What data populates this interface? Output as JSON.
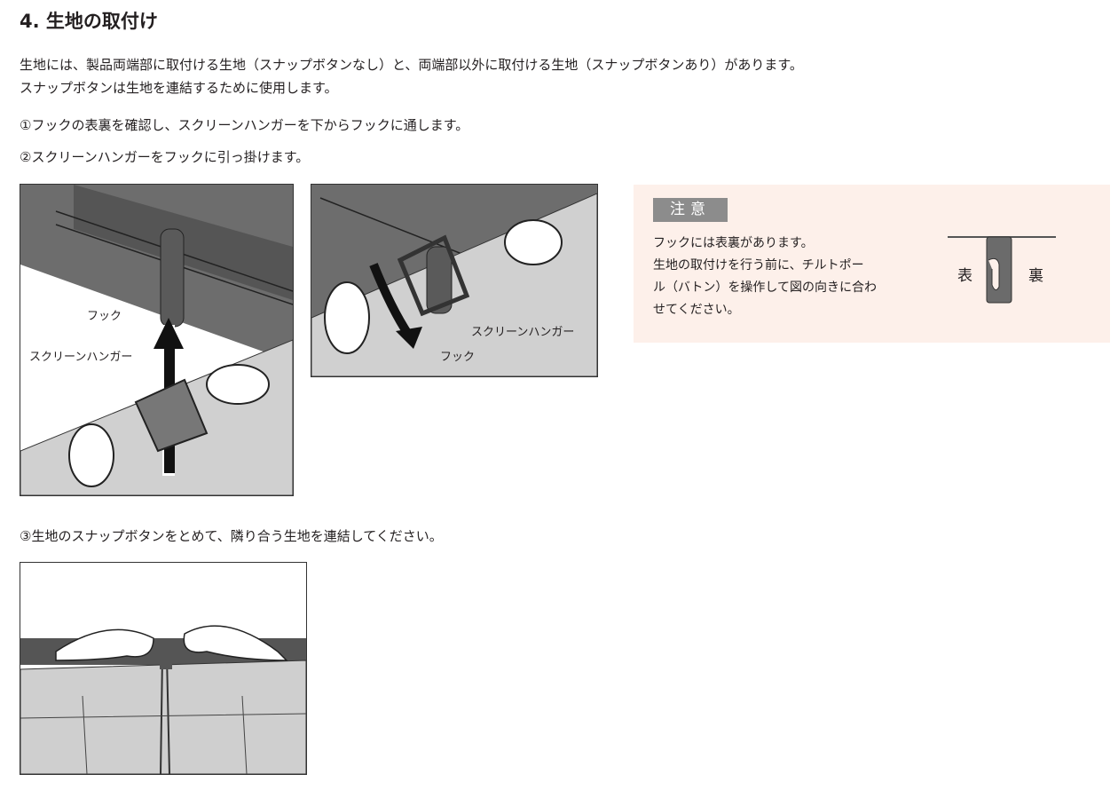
{
  "heading": "4. 生地の取付け",
  "intro": [
    "生地には、製品両端部に取付ける生地（スナップボタンなし）と、両端部以外に取付ける生地（スナップボタンあり）があります。",
    "スナップボタンは生地を連結するために使用します。"
  ],
  "steps": [
    "①フックの表裏を確認し、スクリーンハンガーを下からフックに通します。",
    "②スクリーンハンガーをフックに引っ掛けます。",
    "③生地のスナップボタンをとめて、隣り合う生地を連結してください。"
  ],
  "figure1": {
    "hook_label": "フック",
    "hanger_label": "スクリーンハンガー"
  },
  "figure2": {
    "hook_label": "フック",
    "hanger_label": "スクリーンハンガー"
  },
  "caution": {
    "tag": "注意",
    "lines": [
      "フックには表裏があります。",
      "生地の取付けを行う前に、チルトポー",
      "ル（バトン）を操作して図の向きに合わ",
      "せてください。"
    ],
    "front_label": "表",
    "back_label": "裏"
  }
}
